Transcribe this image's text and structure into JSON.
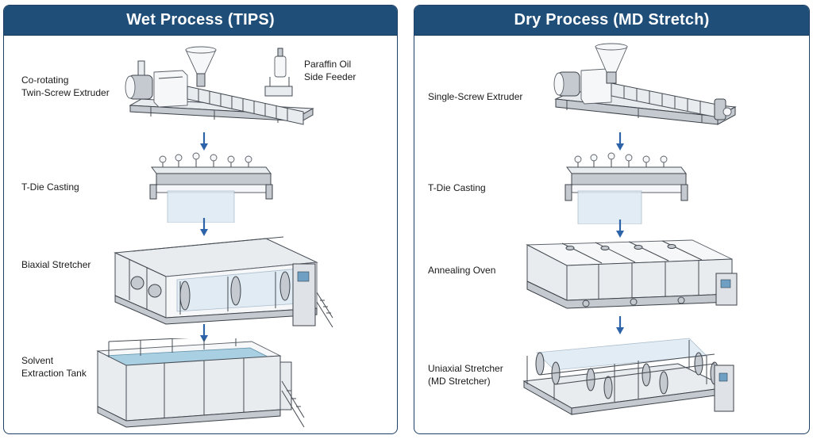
{
  "wet": {
    "title": "Wet Process (TIPS)",
    "steps": [
      {
        "label_lines": [
          "Co-rotating",
          "Twin-Screw Extruder"
        ],
        "icon": "twin-screw-extruder-icon"
      },
      {
        "label_lines": [
          "T-Die Casting"
        ],
        "icon": "t-die-casting-icon"
      },
      {
        "label_lines": [
          "Biaxial Stretcher"
        ],
        "icon": "biaxial-stretcher-icon"
      },
      {
        "label_lines": [
          "Solvent",
          "Extraction Tank"
        ],
        "icon": "solvent-extraction-tank-icon"
      }
    ],
    "side_feeder_lines": [
      "Paraffin Oil",
      "Side Feeder"
    ]
  },
  "dry": {
    "title": "Dry Process (MD Stretch)",
    "steps": [
      {
        "label_lines": [
          "Single-Screw Extruder"
        ],
        "icon": "single-screw-extruder-icon"
      },
      {
        "label_lines": [
          "T-Die Casting"
        ],
        "icon": "t-die-casting-icon"
      },
      {
        "label_lines": [
          "Annealing Oven"
        ],
        "icon": "annealing-oven-icon"
      },
      {
        "label_lines": [
          "Uniaxial Stretcher",
          "(MD Stretcher)"
        ],
        "icon": "uniaxial-stretcher-icon"
      }
    ]
  },
  "colors": {
    "header": "#1f4e79",
    "arrow": "#2d63a8",
    "border": "#1f3f66"
  }
}
